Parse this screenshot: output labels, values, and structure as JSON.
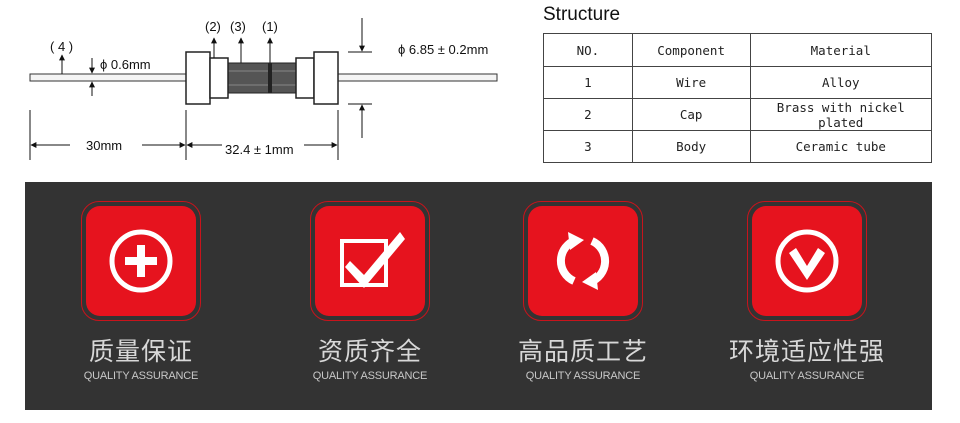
{
  "diagram": {
    "labels": {
      "part_4": "( 4 )",
      "part_2": "(2)",
      "part_3": "(3)",
      "part_1": "(1)",
      "wire_diameter": "ϕ 0.6mm",
      "body_diameter": "ϕ 6.85 ± 0.2mm",
      "lead_length": "30mm",
      "body_length": "32.4 ± 1mm"
    }
  },
  "structure": {
    "title": "Structure",
    "headers": [
      "NO.",
      "Component",
      "Material"
    ],
    "rows": [
      [
        "1",
        "Wire",
        "Alloy"
      ],
      [
        "2",
        "Cap",
        "Brass with nickel plated"
      ],
      [
        "3",
        "Body",
        "Ceramic tube"
      ]
    ]
  },
  "features": [
    {
      "icon": "plus-circle-icon",
      "title": "质量保证",
      "subtitle": "QUALITY ASSURANCE"
    },
    {
      "icon": "checkbox-check-icon",
      "title": "资质齐全",
      "subtitle": "QUALITY ASSURANCE"
    },
    {
      "icon": "refresh-arrows-icon",
      "title": "高品质工艺",
      "subtitle": "QUALITY ASSURANCE"
    },
    {
      "icon": "chevron-down-circle-icon",
      "title": "环境适应性强",
      "subtitle": "QUALITY ASSURANCE"
    }
  ],
  "colors": {
    "accent_red": "#e6131e",
    "panel_bg": "#333333"
  }
}
